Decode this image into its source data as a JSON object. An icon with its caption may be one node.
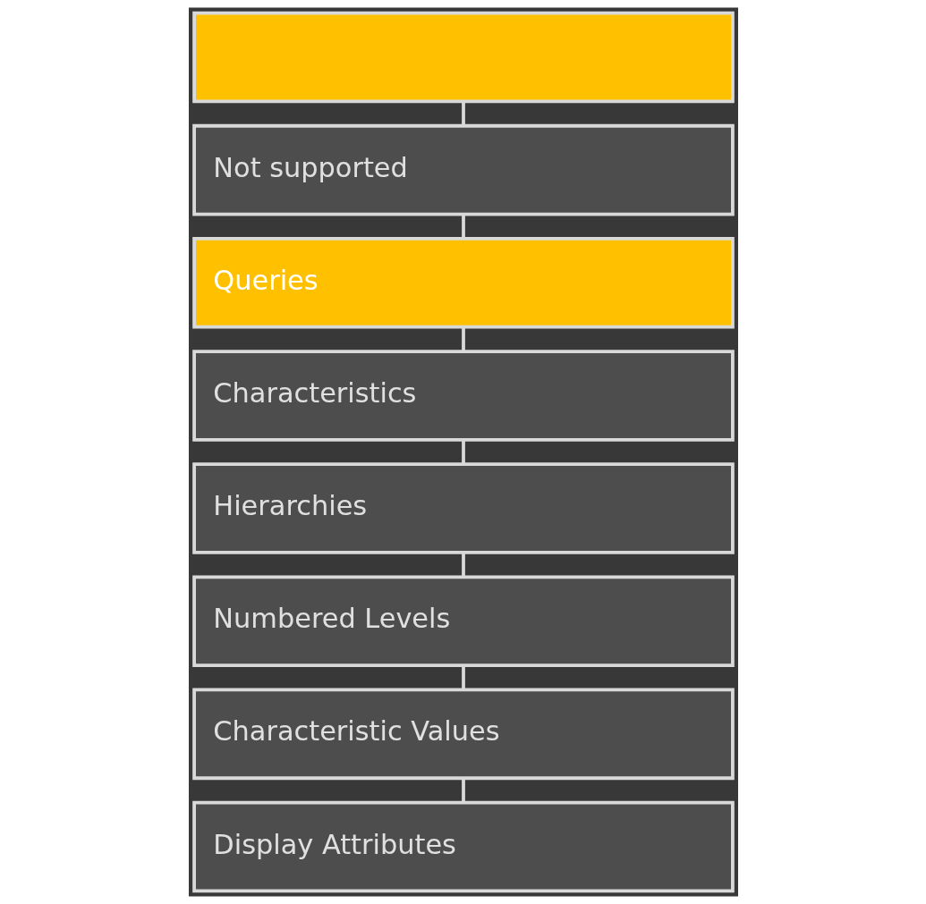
{
  "diagram": {
    "nodes": [
      {
        "text": [],
        "shape": "box"
      },
      {
        "text": [
          "Not supported"
        ]
      },
      {
        "text": [
          "Queries"
        ]
      },
      {
        "text": [
          "Characteristics"
        ]
      },
      {
        "text": [
          "Hierarchies"
        ]
      },
      {
        "text": [
          "Numbered Levels"
        ]
      },
      {
        "text": [
          "Characteristic Values"
        ]
      },
      {
        "text": [
          "Display Attributes"
        ]
      }
    ],
    "edges": [
      {
        "from": 0,
        "to": 1,
        "arrow": "none"
      },
      {
        "from": 1,
        "to": 2,
        "arrow": "none"
      },
      {
        "from": 2,
        "to": 3,
        "arrow": "none"
      },
      {
        "from": 3,
        "to": 4,
        "arrow": "none"
      },
      {
        "from": 4,
        "to": 5,
        "arrow": "none"
      },
      {
        "from": 5,
        "to": 6,
        "arrow": "none"
      },
      {
        "from": 6,
        "to": 7,
        "arrow": "none"
      }
    ]
  }
}
